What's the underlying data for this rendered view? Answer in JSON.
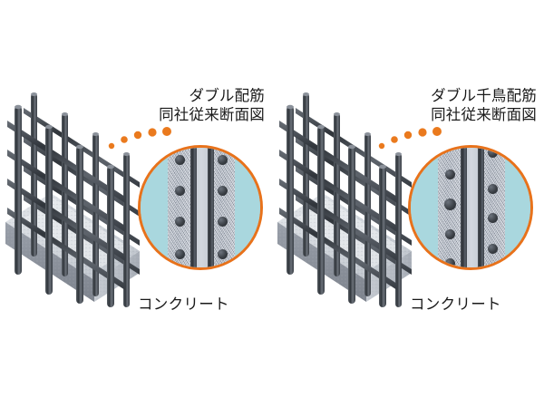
{
  "figure": {
    "background_color": "#ffffff",
    "accent_color": "#e8721b",
    "inset_background_color": "#a9d7de",
    "concrete_color": "#b0b6c0",
    "rebar_color": "#3b4046"
  },
  "panels": [
    {
      "id": "double-rebar",
      "caption_line1": "ダブル配筋",
      "caption_line2": "同社従来断面図",
      "concrete_label": "コンクリート",
      "arrangement": "aligned",
      "inset": {
        "left_dots_y": [
          12,
          45,
          78,
          111
        ],
        "right_dots_y": [
          12,
          45,
          78,
          111
        ]
      }
    },
    {
      "id": "double-staggered-rebar",
      "caption_line1": "ダブル千鳥配筋",
      "caption_line2": "同社従来断面図",
      "concrete_label": "コンクリート",
      "arrangement": "staggered",
      "inset": {
        "left_dots_y": [
          28,
          60,
          94,
          126
        ],
        "right_dots_y": [
          4,
          44,
          76,
          110
        ]
      }
    }
  ]
}
